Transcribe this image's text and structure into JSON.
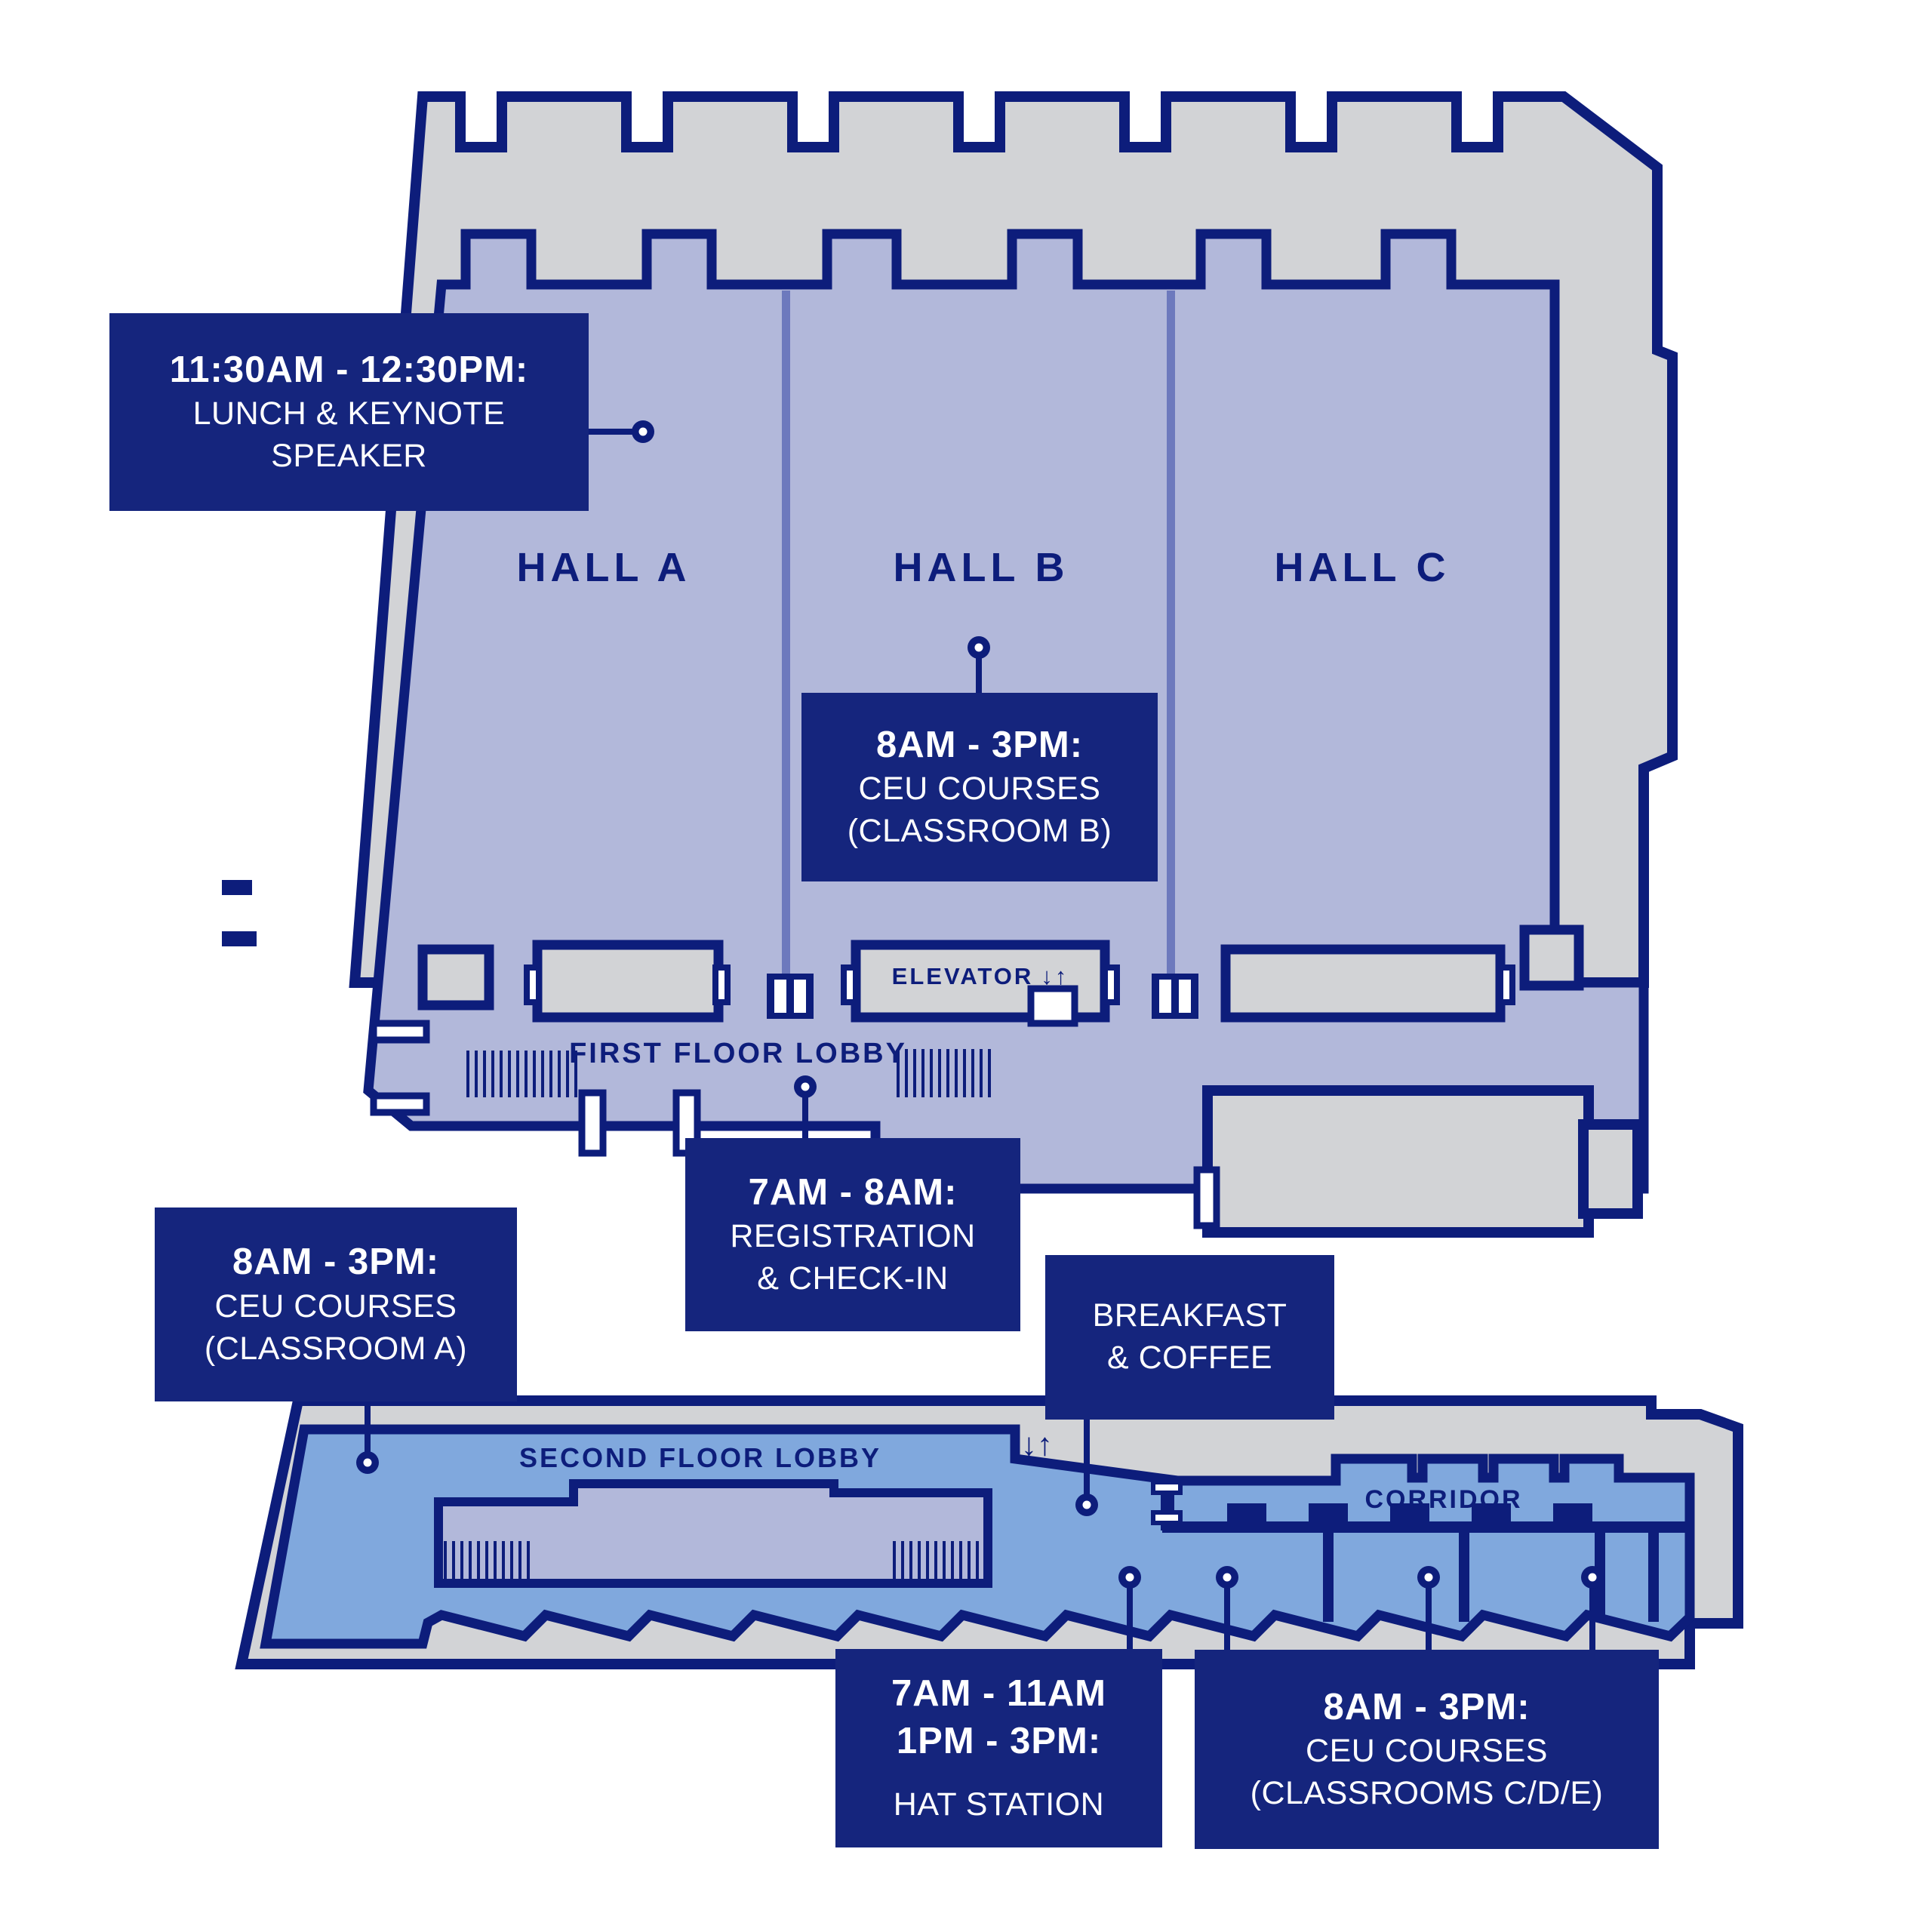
{
  "map": {
    "floor1": {
      "hall_a": "HALL A",
      "hall_b": "HALL B",
      "hall_c": "HALL C",
      "elevator_label": "ELEVATOR",
      "elevator_arrows": "↓↑",
      "lobby_label": "FIRST FLOOR LOBBY"
    },
    "floor2": {
      "lobby_label": "SECOND FLOOR LOBBY",
      "corridor_label": "CORRIDOR",
      "elevator_arrows": "↓↑"
    }
  },
  "callouts": {
    "lunch": {
      "time": "11:30AM - 12:30PM:",
      "lines": [
        "LUNCH & KEYNOTE",
        "SPEAKER"
      ]
    },
    "classroom_b": {
      "time": "8AM - 3PM:",
      "lines": [
        "CEU COURSES",
        "(CLASSROOM B)"
      ]
    },
    "registration": {
      "time": "7AM - 8AM:",
      "lines": [
        "REGISTRATION",
        "& CHECK-IN"
      ]
    },
    "classroom_a": {
      "time": "8AM - 3PM:",
      "lines": [
        "CEU COURSES",
        "(CLASSROOM A)"
      ]
    },
    "breakfast": {
      "lines": [
        "BREAKFAST",
        "& COFFEE"
      ]
    },
    "hat_station": {
      "times": [
        "7AM - 11AM",
        "1PM - 3PM:"
      ],
      "lines": [
        "HAT STATION"
      ]
    },
    "classrooms_cde": {
      "time": "8AM - 3PM:",
      "lines": [
        "CEU COURSES",
        "(CLASSROOMS C/D/E)"
      ]
    }
  },
  "colors": {
    "wall_navy": "#0d1d7b",
    "callout_navy": "#15257d",
    "hall_periwinkle": "#b2b8da",
    "shell_gray": "#d2d3d6",
    "second_floor_blue": "#80a8dd",
    "hall_divider": "#6d79bd",
    "text_white": "#ffffff"
  }
}
